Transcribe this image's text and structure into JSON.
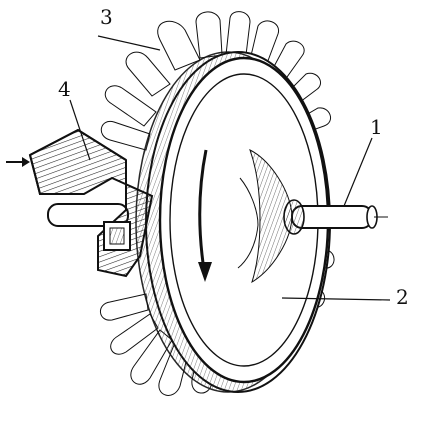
{
  "figure": {
    "labels": {
      "shaft": "1",
      "disk": "2",
      "blade": "3",
      "nozzle": "4"
    },
    "colors": {
      "ink": "#111111",
      "paper": "#ffffff"
    }
  }
}
